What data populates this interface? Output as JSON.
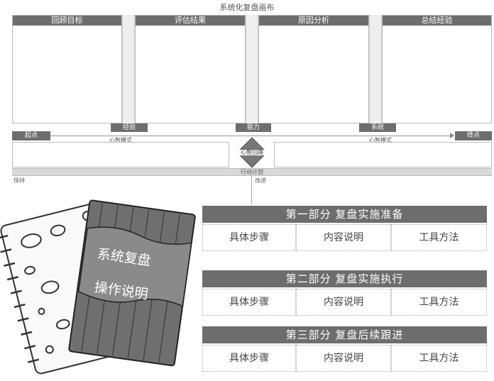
{
  "canvas": {
    "title": "系统化复盘画布",
    "columns": [
      "回顾目标",
      "评估结果",
      "原因分析",
      "总结经验"
    ],
    "start_label": "起点",
    "end_label": "终点",
    "mid_tags": [
      "经验",
      "能力",
      "系统"
    ],
    "mindset_left": "心智模式",
    "mindset_right": "心智模式",
    "center_diamond": "心智回路",
    "action_plan": "行动计划",
    "keep": "保持",
    "improve": "改进"
  },
  "book": {
    "line1": "系统复盘",
    "line2": "操作说明"
  },
  "sections": [
    {
      "title": "第一部分    复盘实施准备",
      "cells": [
        "具体步骤",
        "内容说明",
        "工具方法"
      ]
    },
    {
      "title": "第二部分    复盘实施执行",
      "cells": [
        "具体步骤",
        "内容说明",
        "工具方法"
      ]
    },
    {
      "title": "第三部分    复盘后续跟进",
      "cells": [
        "具体步骤",
        "内容说明",
        "工具方法"
      ]
    }
  ],
  "colors": {
    "header": "#6d6d6d",
    "book_cover": "#6f6f6f",
    "light_gray": "#eeeeee"
  }
}
